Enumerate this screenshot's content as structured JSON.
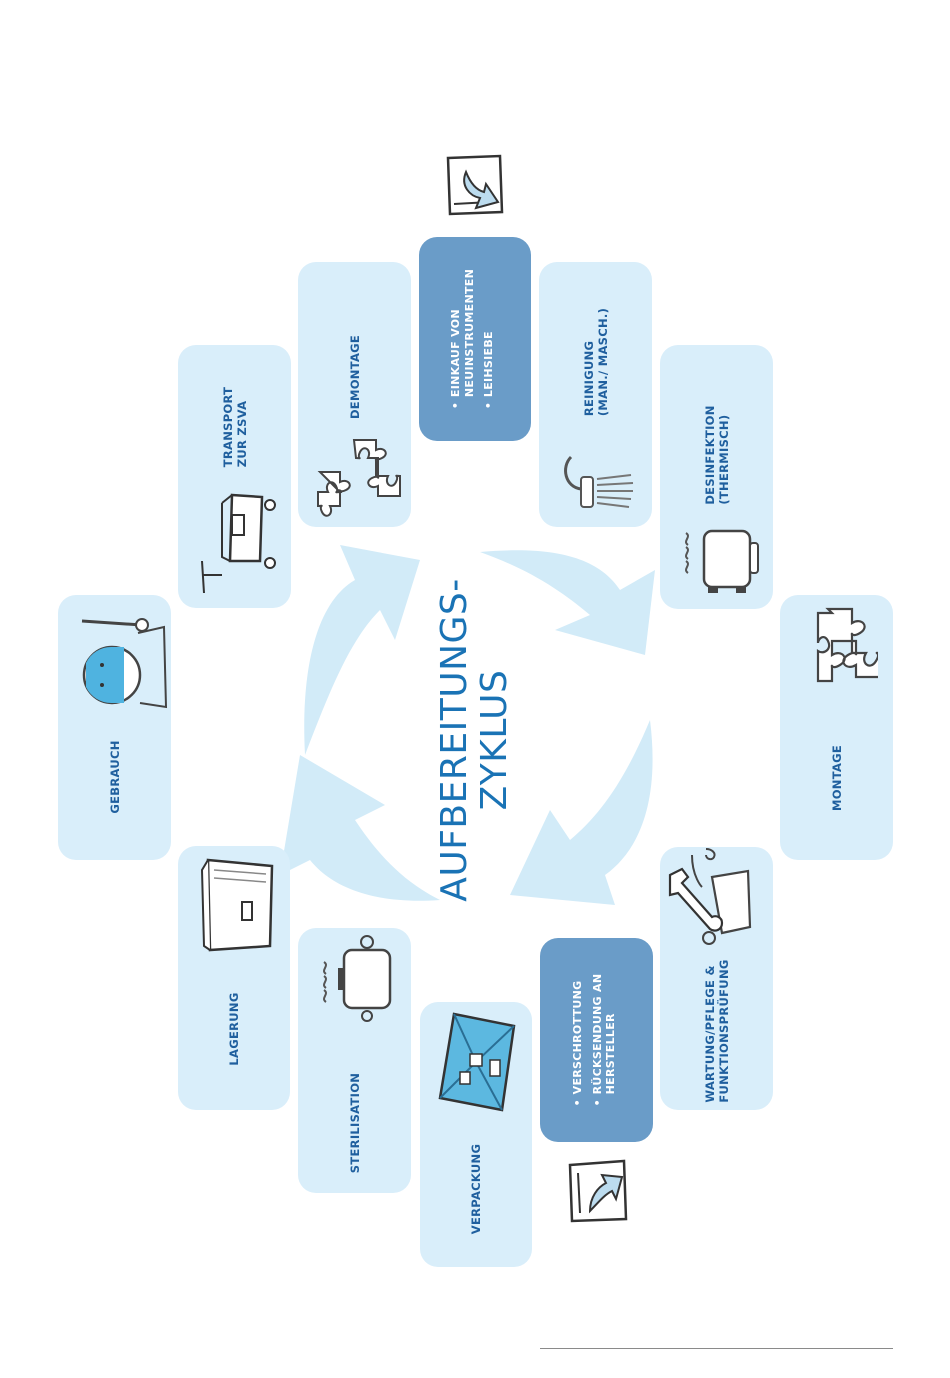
{
  "diagram": {
    "center_title": [
      "AUFBEREITUNGS-",
      "ZYKLUS"
    ],
    "colors": {
      "card_light": "#d9eefa",
      "card_dark": "#6a9cc8",
      "label_text": "#1f5f9e",
      "arrow": "#d2ebf8",
      "title": "#1a73b5"
    },
    "steps": {
      "einkauf": {
        "bullets": [
          [
            "EINKAUF VON",
            "NEUINSTRUMENTEN"
          ],
          [
            "LEIHSIEBE"
          ]
        ],
        "icon": "arrow-in-box-icon"
      },
      "reinigung": {
        "lines": [
          "REINIGUNG",
          "(MAN./ MASCH.)"
        ],
        "icon": "spray-brush-icon"
      },
      "desinfektion": {
        "lines": [
          "DESINFEKTION",
          "(THERMISCH)"
        ],
        "icon": "washer-disinfector-icon"
      },
      "montage": {
        "lines": [
          "MONTAGE"
        ],
        "icon": "puzzle-piece-icon"
      },
      "wartung": {
        "lines": [
          "WARTUNG/PFLEGE &",
          "FUNKTIONSPRÜFUNG"
        ],
        "icon": "wrench-icon"
      },
      "verschrottung": {
        "bullets": [
          [
            "VERSCHROTTUNG"
          ],
          [
            "RÜCKSENDUNG AN",
            "HERSTELLER"
          ]
        ],
        "icon": "arrow-out-box-icon"
      },
      "verpackung": {
        "lines": [
          "VERPACKUNG"
        ],
        "icon": "sterile-package-icon"
      },
      "sterilisation": {
        "lines": [
          "STERILISATION"
        ],
        "icon": "autoclave-icon"
      },
      "lagerung": {
        "lines": [
          "LAGERUNG"
        ],
        "icon": "storage-cabinet-icon"
      },
      "gebrauch": {
        "lines": [
          "GEBRAUCH"
        ],
        "icon": "surgeon-icon"
      },
      "transport": {
        "lines": [
          "TRANSPORT",
          "ZUR ZSVA"
        ],
        "icon": "transport-cart-icon"
      },
      "demontage": {
        "lines": [
          "DEMONTAGE"
        ],
        "icon": "puzzle-pieces-icon"
      }
    }
  }
}
